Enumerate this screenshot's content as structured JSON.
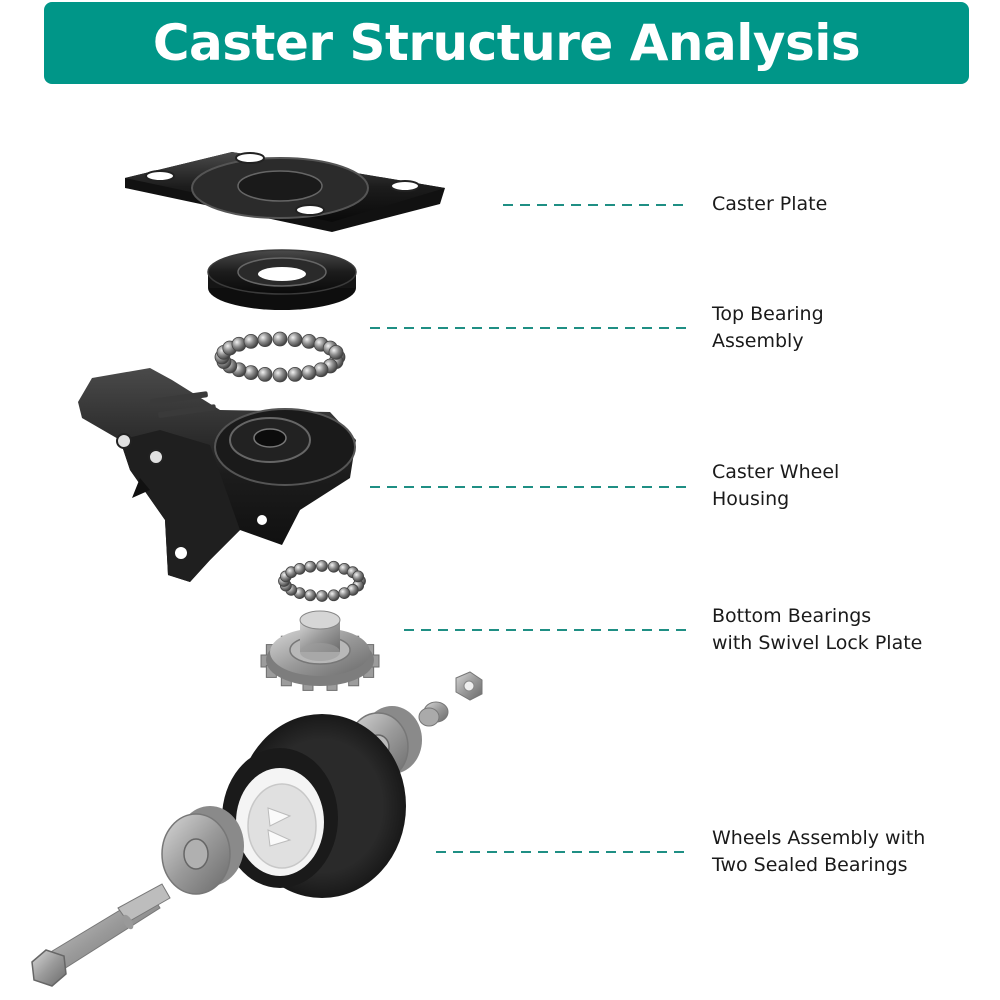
{
  "header": {
    "title": "Caster Structure Analysis",
    "background_color": "#009688",
    "text_color": "#ffffff"
  },
  "accent_color": "#1f8f84",
  "components": [
    {
      "id": "caster-plate",
      "icon": "caster-plate-icon",
      "label_lines": [
        "Caster Plate"
      ]
    },
    {
      "id": "top-bearing-assembly",
      "icon": "top-bearing-icon",
      "label_lines": [
        "Top Bearing",
        "Assembly"
      ]
    },
    {
      "id": "caster-wheel-housing",
      "icon": "wheel-housing-icon",
      "label_lines": [
        "Caster Wheel",
        "Housing"
      ]
    },
    {
      "id": "bottom-bearings-swivel-lock",
      "icon": "swivel-lock-plate-icon",
      "label_lines": [
        "Bottom Bearings",
        "with Swivel Lock Plate"
      ]
    },
    {
      "id": "wheels-assembly",
      "icon": "wheel-assembly-icon",
      "label_lines": [
        "Wheels Assembly with",
        "Two Sealed Bearings"
      ]
    }
  ]
}
